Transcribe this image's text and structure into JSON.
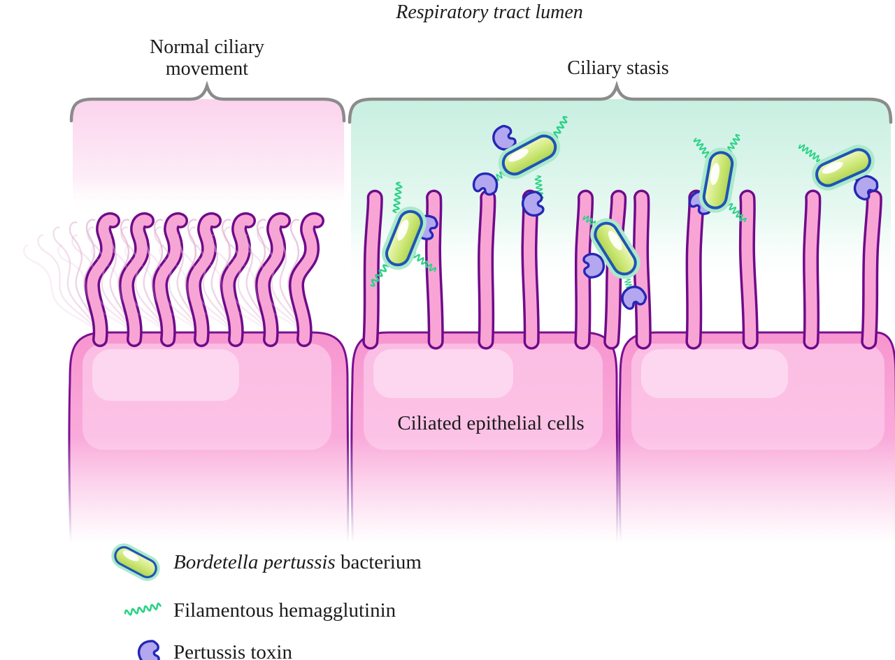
{
  "title": "Respiratory tract lumen",
  "labels": {
    "normal": "Normal ciliary movement",
    "stasis": "Ciliary stasis",
    "cells": "Ciliated epithelial cells"
  },
  "legend": [
    {
      "icon": "bacterium-icon",
      "italic": "Bordetella pertussis",
      "text": " bacterium"
    },
    {
      "icon": "filament-icon",
      "italic": "",
      "text": "Filamentous hemagglutinin"
    },
    {
      "icon": "toxin-icon",
      "italic": "",
      "text": "Pertussis toxin"
    }
  ],
  "colors": {
    "text": "#1b1b1b",
    "brace_gray": "#8b8b8b",
    "normal_lumen_pink": "#fbd3ed",
    "stasis_lumen_mint": "#c8efe1",
    "cell_pink": "#f9a6d8",
    "cell_outline_purple": "#7b0f92",
    "cilium_pink": "#f8a5d6",
    "cilium_outline_purple": "#6f0b8a",
    "ghost_trail_pink": "#e0b0d0",
    "bacterium_fill_green": "#cde878",
    "bacterium_outline_blue": "#1d55b5",
    "bacterium_halo_mint": "#ace9cb",
    "filament_green": "#2bd287",
    "toxin_fill_purple": "#b3a7f0",
    "toxin_outline_blue": "#2527b5"
  }
}
